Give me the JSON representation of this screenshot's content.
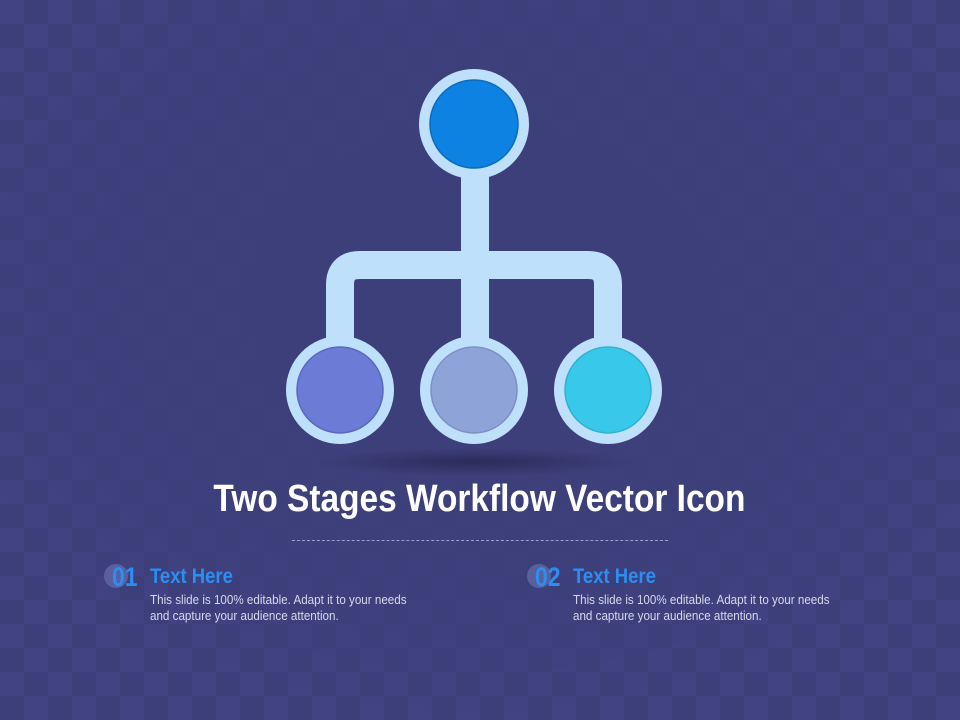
{
  "slide": {
    "title": "Two Stages Workflow Vector Icon"
  },
  "colors": {
    "background": "#3d3f7a",
    "connector": "#bfe0fb",
    "top_node": "#0d82e3",
    "node_left": "#6b7bd6",
    "node_middle": "#8ea4d8",
    "node_right": "#38c8ea",
    "accent_text": "#2b8ef0"
  },
  "diagram": {
    "nodes": [
      {
        "id": "top",
        "color_key": "top_node"
      },
      {
        "id": "left",
        "color_key": "node_left"
      },
      {
        "id": "middle",
        "color_key": "node_middle"
      },
      {
        "id": "right",
        "color_key": "node_right"
      }
    ]
  },
  "items": [
    {
      "number": "01",
      "title": "Text Here",
      "description": "This slide is 100% editable. Adapt it to your needs and capture your audience attention."
    },
    {
      "number": "02",
      "title": "Text Here",
      "description": "This slide is 100% editable. Adapt it to your needs and capture your audience attention."
    }
  ]
}
